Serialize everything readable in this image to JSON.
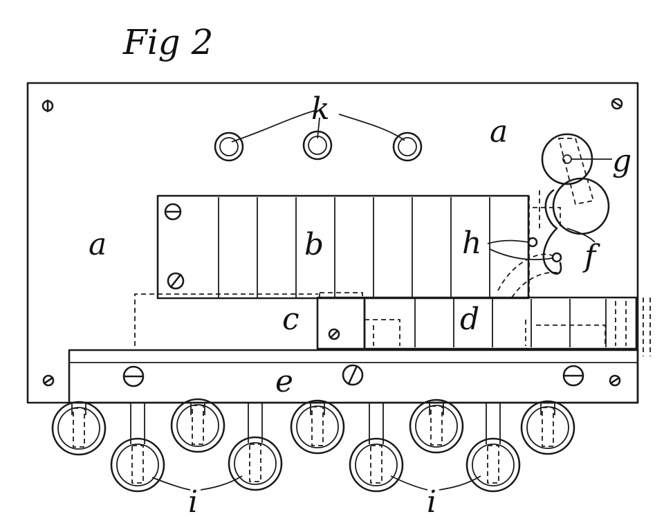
{
  "figure": {
    "title": "Fig 2",
    "labels": {
      "a_top": "a",
      "a_left": "a",
      "b": "b",
      "c": "c",
      "d": "d",
      "e": "e",
      "f": "f",
      "g": "g",
      "h": "h",
      "i_left": "i",
      "i_right": "i",
      "k": "k"
    }
  }
}
